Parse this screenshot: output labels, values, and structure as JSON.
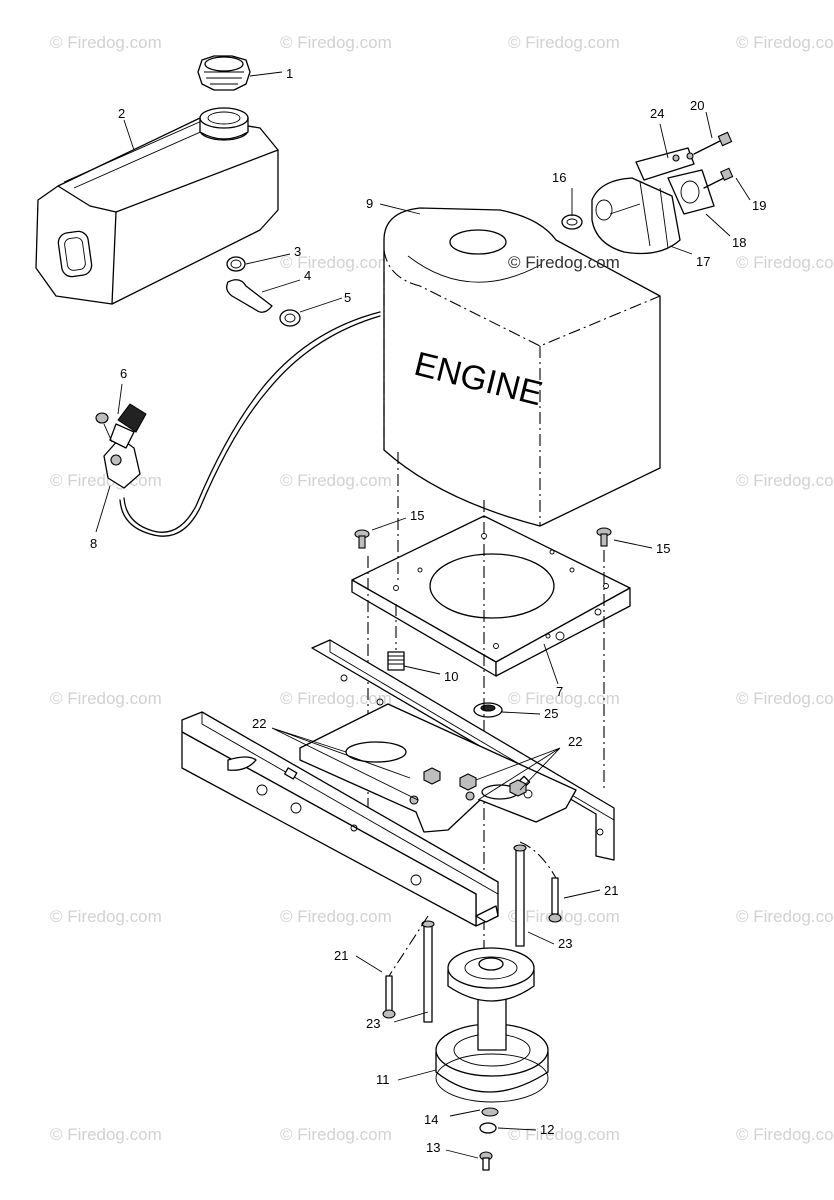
{
  "watermark": "© Firedog.com",
  "engine_text": "ENGINE",
  "callouts": {
    "c1": "1",
    "c2": "2",
    "c3": "3",
    "c4": "4",
    "c5": "5",
    "c6": "6",
    "c7": "7",
    "c8": "8",
    "c9": "9",
    "c10": "10",
    "c11": "11",
    "c12": "12",
    "c13": "13",
    "c14": "14",
    "c15a": "15",
    "c15b": "15",
    "c16": "16",
    "c17": "17",
    "c18": "18",
    "c19": "19",
    "c20": "20",
    "c21a": "21",
    "c21b": "21",
    "c22a": "22",
    "c22b": "22",
    "c23a": "23",
    "c23b": "23",
    "c24": "24",
    "c25": "25"
  }
}
